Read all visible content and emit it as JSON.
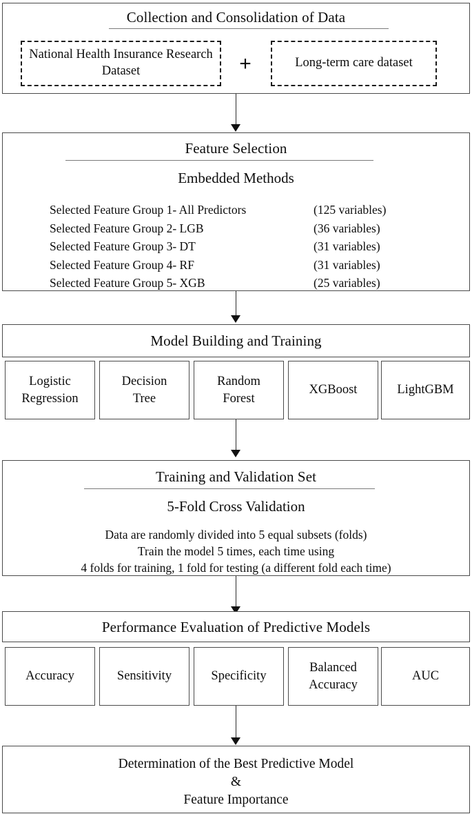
{
  "diagram": {
    "title": "Machine learning study workflow flowchart",
    "stages": [
      {
        "id": "collection",
        "heading": "Collection and Consolidation of Data",
        "sources": [
          "National Health Insurance Research Dataset",
          "Long-term care dataset"
        ],
        "operator": "+"
      },
      {
        "id": "feature-selection",
        "heading": "Feature Selection",
        "subheading": "Embedded Methods",
        "groups": [
          {
            "name": "Selected Feature Group 1- All Predictors",
            "count": "(125 variables)"
          },
          {
            "name": "Selected Feature Group 2- LGB",
            "count": "(36 variables)"
          },
          {
            "name": "Selected Feature Group 3- DT",
            "count": "(31 variables)"
          },
          {
            "name": "Selected Feature Group 4- RF",
            "count": "(31 variables)"
          },
          {
            "name": "Selected Feature Group 5- XGB",
            "count": "(25 variables)"
          }
        ]
      },
      {
        "id": "model-building",
        "heading": "Model Building and Training",
        "models": [
          "Logistic\nRegression",
          "Decision\nTree",
          "Random\nForest",
          "XGBoost",
          "LightGBM"
        ]
      },
      {
        "id": "training-validation",
        "heading": "Training and Validation Set",
        "subheading": "5-Fold Cross Validation",
        "body": [
          "Data are randomly divided into 5 equal subsets (folds)",
          "Train the model 5 times, each time using",
          "4 folds for training, 1 fold for testing (a different fold each time)"
        ]
      },
      {
        "id": "performance-evaluation",
        "heading": "Performance Evaluation of Predictive Models",
        "metrics": [
          "Accuracy",
          "Sensitivity",
          "Specificity",
          "Balanced\nAccuracy",
          "AUC"
        ]
      },
      {
        "id": "determination",
        "lines": [
          "Determination of the Best Predictive Model",
          "&",
          "Feature Importance"
        ]
      }
    ],
    "colors": {
      "box_border": "#4a4a4a",
      "dashed_border": "#1a1a1a",
      "connector": "#2b2b2b",
      "rule": "#7a7a7a",
      "text": "#0d0d0d",
      "background": "#ffffff"
    }
  }
}
